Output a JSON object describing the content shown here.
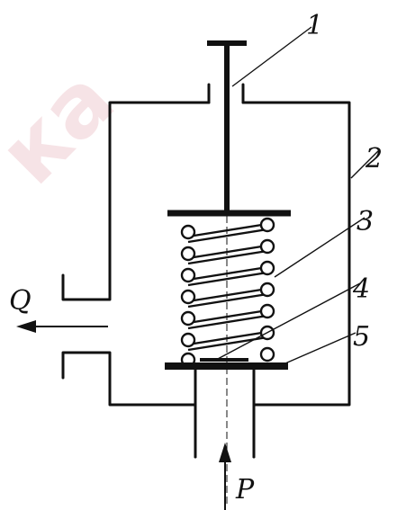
{
  "watermark": {
    "text": "ка",
    "color": "#f6e3e6"
  },
  "labels": {
    "part_1": "1",
    "part_2": "2",
    "part_3": "3",
    "part_4": "4",
    "part_5": "5",
    "flow_out": "Q",
    "pressure_in": "P"
  },
  "colors": {
    "line": "#111111",
    "background": "#ffffff"
  }
}
